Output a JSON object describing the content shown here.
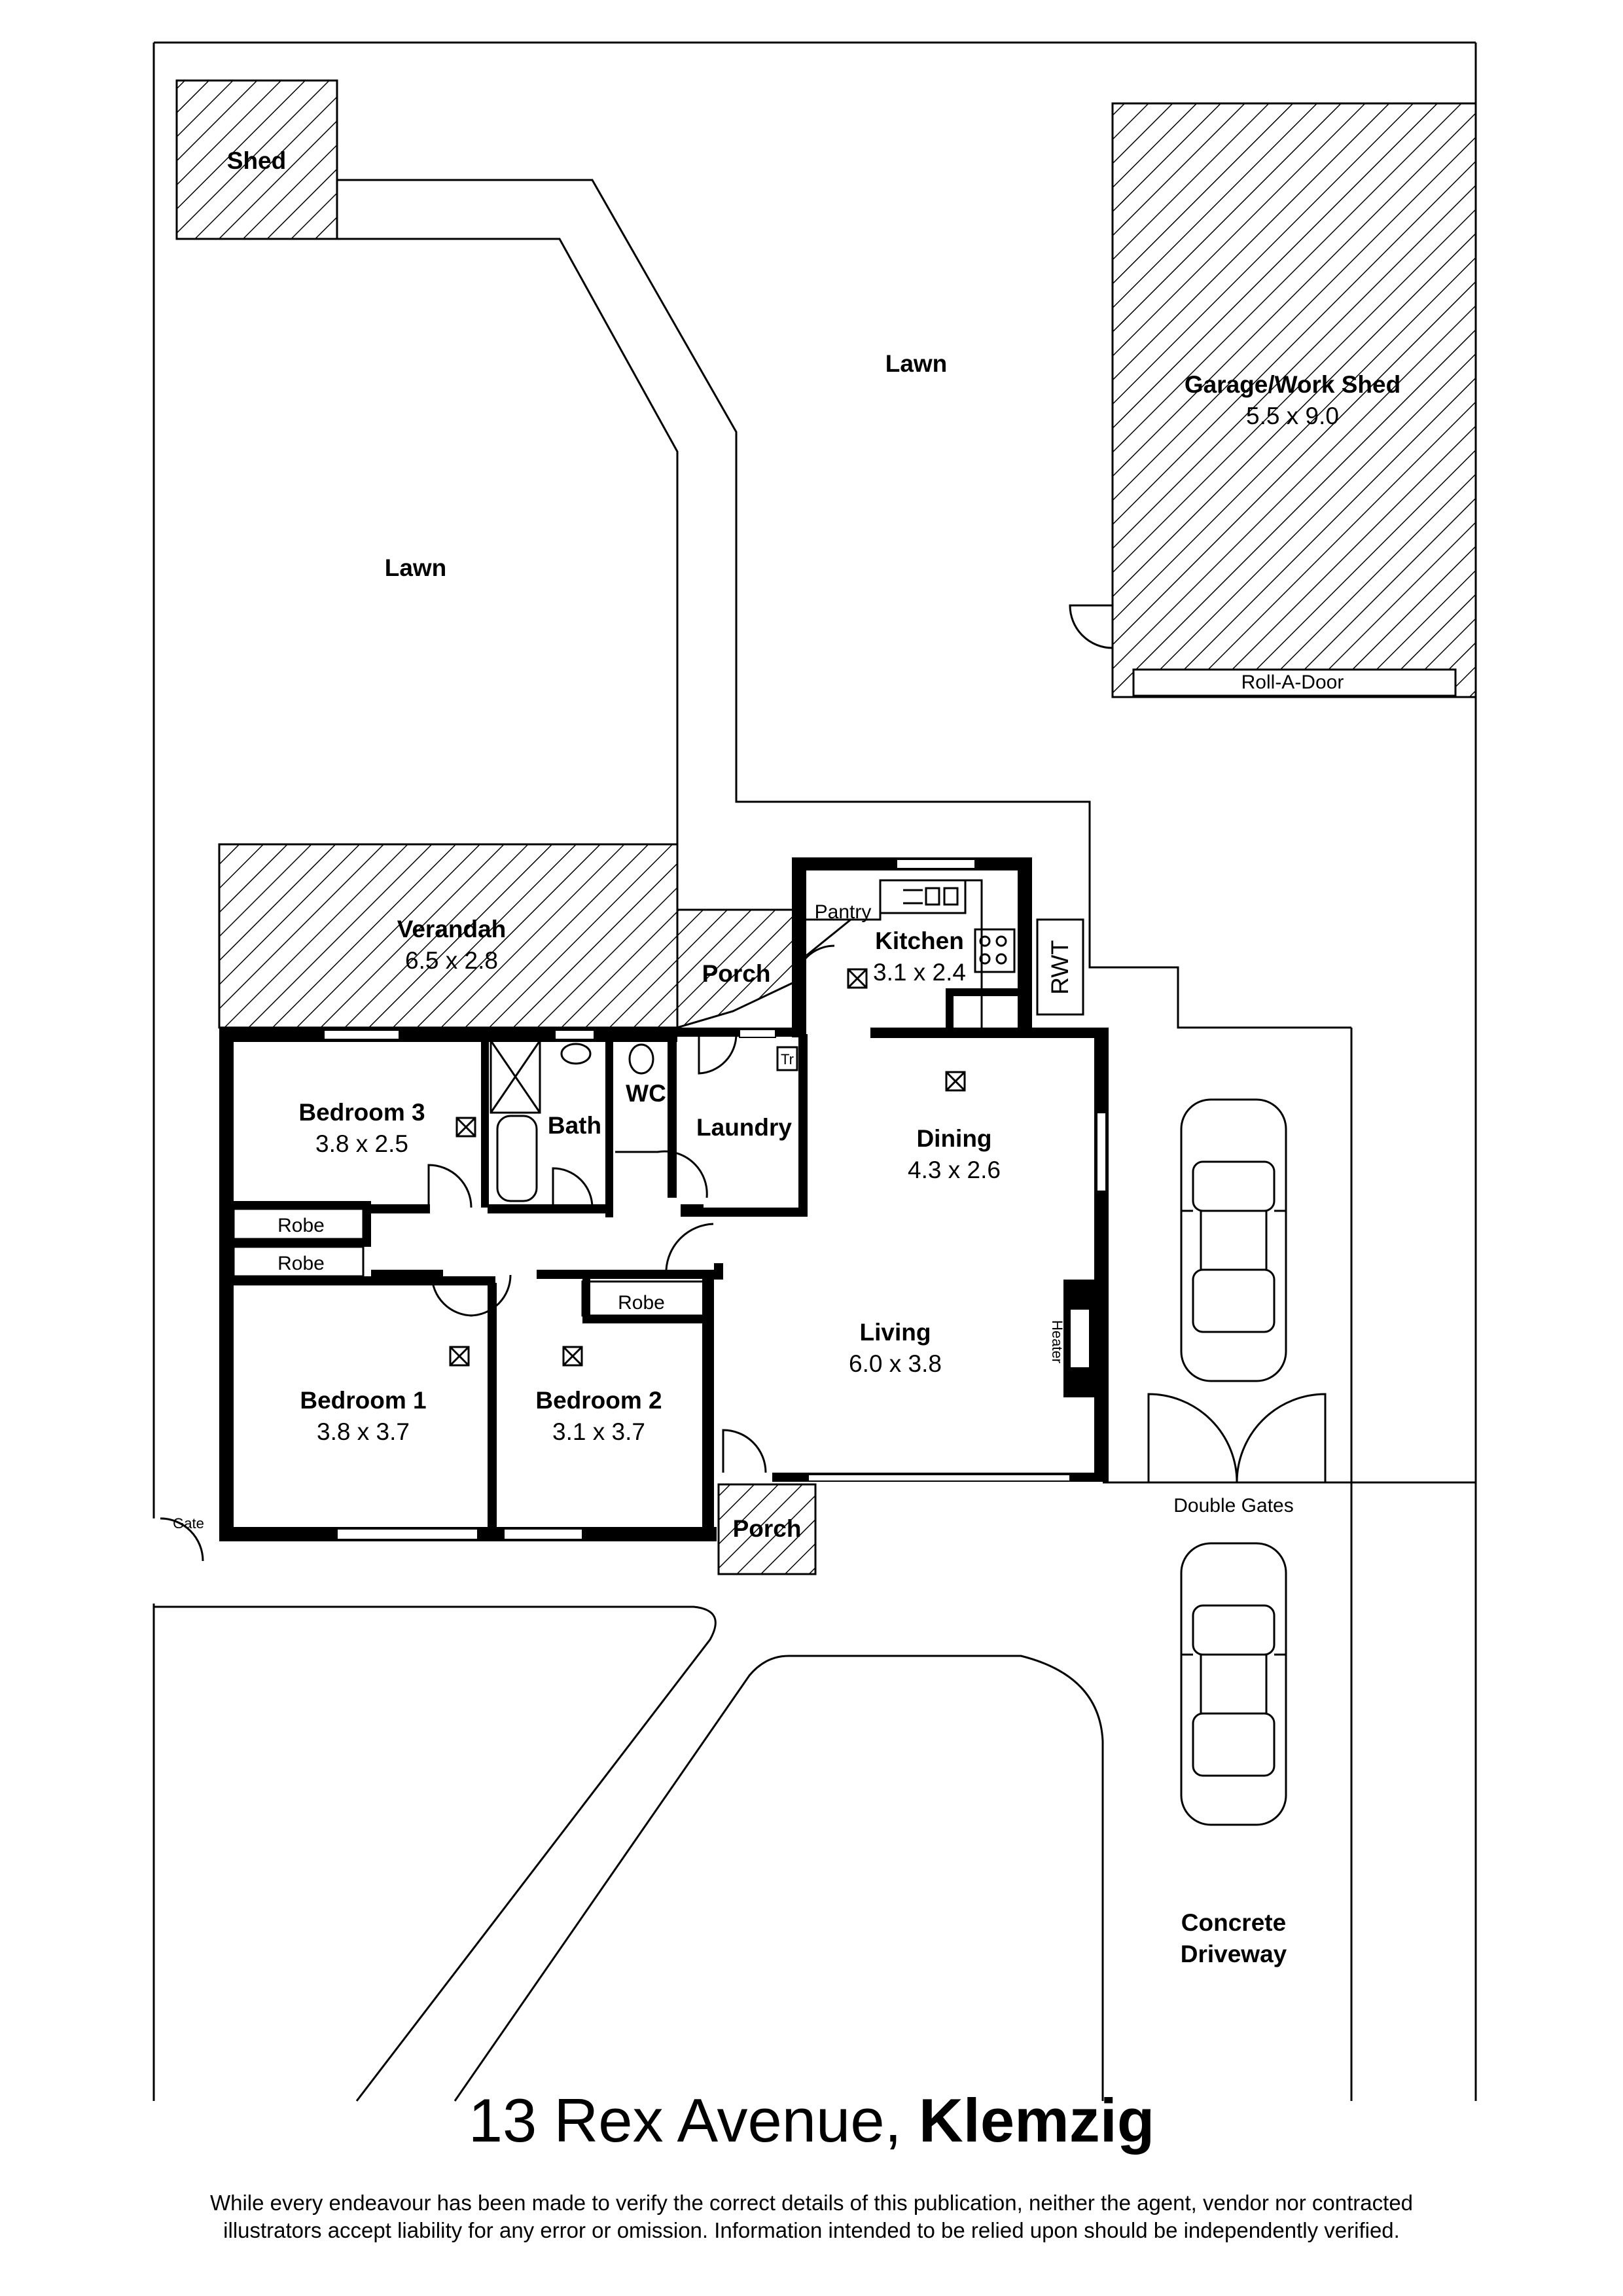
{
  "property": {
    "address": "13 Rex Avenue,",
    "suburb": "Klemzig",
    "disclaimer_line1": "While every endeavour has been made to verify the correct details of this publication, neither the agent, vendor nor contracted",
    "disclaimer_line2": "illustrators accept liability for any error or omission. Information intended to be relied upon should be independently verified."
  },
  "rooms": {
    "shed": "Shed",
    "lawn_back": "Lawn",
    "lawn_west": "Lawn",
    "garage_name": "Garage/Work Shed",
    "garage_size": "5.5 x 9.0",
    "roll_a_door": "Roll-A-Door",
    "verandah_name": "Verandah",
    "verandah_size": "6.5 x 2.8",
    "porch_rear": "Porch",
    "pantry": "Pantry",
    "kitchen_name": "Kitchen",
    "kitchen_size": "3.1 x 2.4",
    "rwt": "RWT",
    "bedroom3_name": "Bedroom 3",
    "bedroom3_size": "3.8 x 2.5",
    "bath": "Bath",
    "wc": "WC",
    "laundry": "Laundry",
    "tr": "Tr",
    "dining_name": "Dining",
    "dining_size": "4.3 x 2.6",
    "robe1": "Robe",
    "robe2": "Robe",
    "robe3": "Robe",
    "living_name": "Living",
    "living_size": "6.0 x 3.8",
    "heater": "Heater",
    "bedroom1_name": "Bedroom 1",
    "bedroom1_size": "3.8 x 3.7",
    "bedroom2_name": "Bedroom 2",
    "bedroom2_size": "3.1 x 3.7",
    "porch_front": "Porch",
    "gate": "Gate",
    "double_gates": "Double Gates",
    "driveway_line1": "Concrete",
    "driveway_line2": "Driveway"
  }
}
